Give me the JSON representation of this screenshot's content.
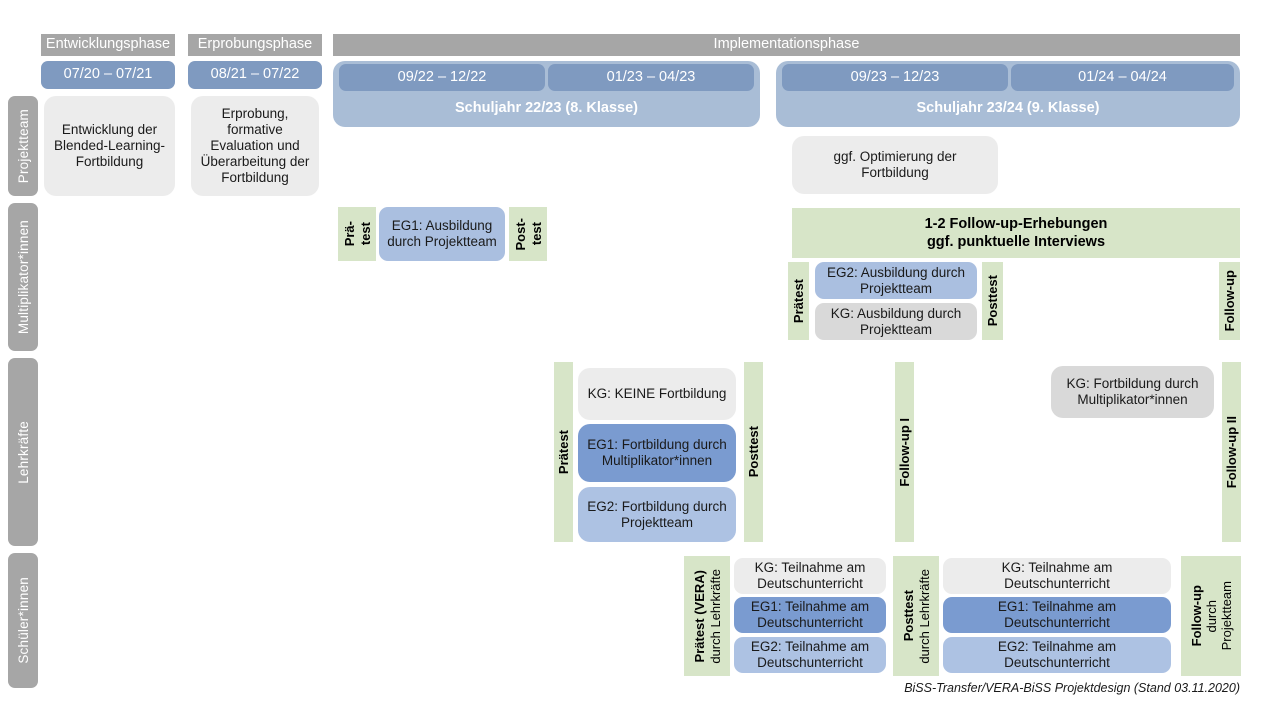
{
  "title": "BiSS-Transfer / VERA-BiSS Projektdesign",
  "colors": {
    "grey_header": "#a6a6a6",
    "date_chip": "#7f9ac0",
    "schoolyear_band": "#a9bdd6",
    "green_test": "#d7e5c8",
    "grey_box_light": "#ececec",
    "grey_box": "#d9d9d9",
    "blue_eg1": "#7a9bd0",
    "blue_eg2": "#adc2e3"
  },
  "phases": [
    {
      "label": "Entwicklungsphase"
    },
    {
      "label": "Erprobungsphase"
    },
    {
      "label": "Implementationsphase"
    }
  ],
  "dates": [
    {
      "label": "07/20 – 07/21"
    },
    {
      "label": "08/21 – 07/22"
    },
    {
      "label": "09/22 – 12/22"
    },
    {
      "label": "01/23 – 04/23"
    },
    {
      "label": "09/23 – 12/23"
    },
    {
      "label": "01/24 – 04/24"
    }
  ],
  "schoolyears": [
    {
      "label": "Schuljahr 22/23 (8. Klasse)"
    },
    {
      "label": "Schuljahr 23/24 (9. Klasse)"
    }
  ],
  "rows": [
    {
      "label": "Projektteam"
    },
    {
      "label": "Multiplikator*innen"
    },
    {
      "label": "Lehrkräfte"
    },
    {
      "label": "Schüler*innen"
    }
  ],
  "projektteam": {
    "entwicklung": "Entwicklung der Blended-Learning-Fortbildung",
    "erprobung": "Erprobung, formative Evaluation und Überarbeitung der Fortbildung",
    "optimierung": "ggf. Optimierung der Fortbildung"
  },
  "multiplikatoren": {
    "praetest_line1": "Prä-",
    "praetest_line2": "test",
    "posttest_line1": "Post-",
    "posttest_line2": "test",
    "eg1": "EG1: Ausbildung durch Projektteam",
    "followup_banner_line1": "1-2 Follow-up-Erhebungen",
    "followup_banner_line2": "ggf. punktuelle Interviews",
    "praetest2": "Prätest",
    "posttest2": "Posttest",
    "followup": "Follow-up",
    "eg2": "EG2: Ausbildung durch Projektteam",
    "kg": "KG: Ausbildung durch Projektteam"
  },
  "lehrkraefte": {
    "praetest": "Prätest",
    "posttest": "Posttest",
    "followup1": "Follow-up I",
    "followup2": "Follow-up II",
    "kg_keine": "KG:  KEINE Fortbildung",
    "eg1": "EG1: Fortbildung durch Multiplikator*innen",
    "eg2": "EG2: Fortbildung durch Projektteam",
    "kg_fortbildung": "KG: Fortbildung durch Multiplikator*innen"
  },
  "schueler": {
    "praetest_bold": "Prätest (VERA)",
    "praetest_reg": "durch Lehrkräfte",
    "posttest_bold": "Posttest",
    "posttest_reg": "durch Lehrkräfte",
    "followup_bold": "Follow-up",
    "followup_reg1": "durch",
    "followup_reg2": "Projektteam",
    "left": {
      "kg": "KG: Teilnahme am Deutschunterricht",
      "eg1": "EG1: Teilnahme am Deutschunterricht",
      "eg2": "EG2: Teilnahme am Deutschunterricht"
    },
    "right": {
      "kg": "KG: Teilnahme am Deutschunterricht",
      "eg1": "EG1: Teilnahme am Deutschunterricht",
      "eg2": "EG2: Teilnahme am Deutschunterricht"
    }
  },
  "footer": "BiSS-Transfer/VERA-BiSS Projektdesign (Stand 03.11.2020)"
}
